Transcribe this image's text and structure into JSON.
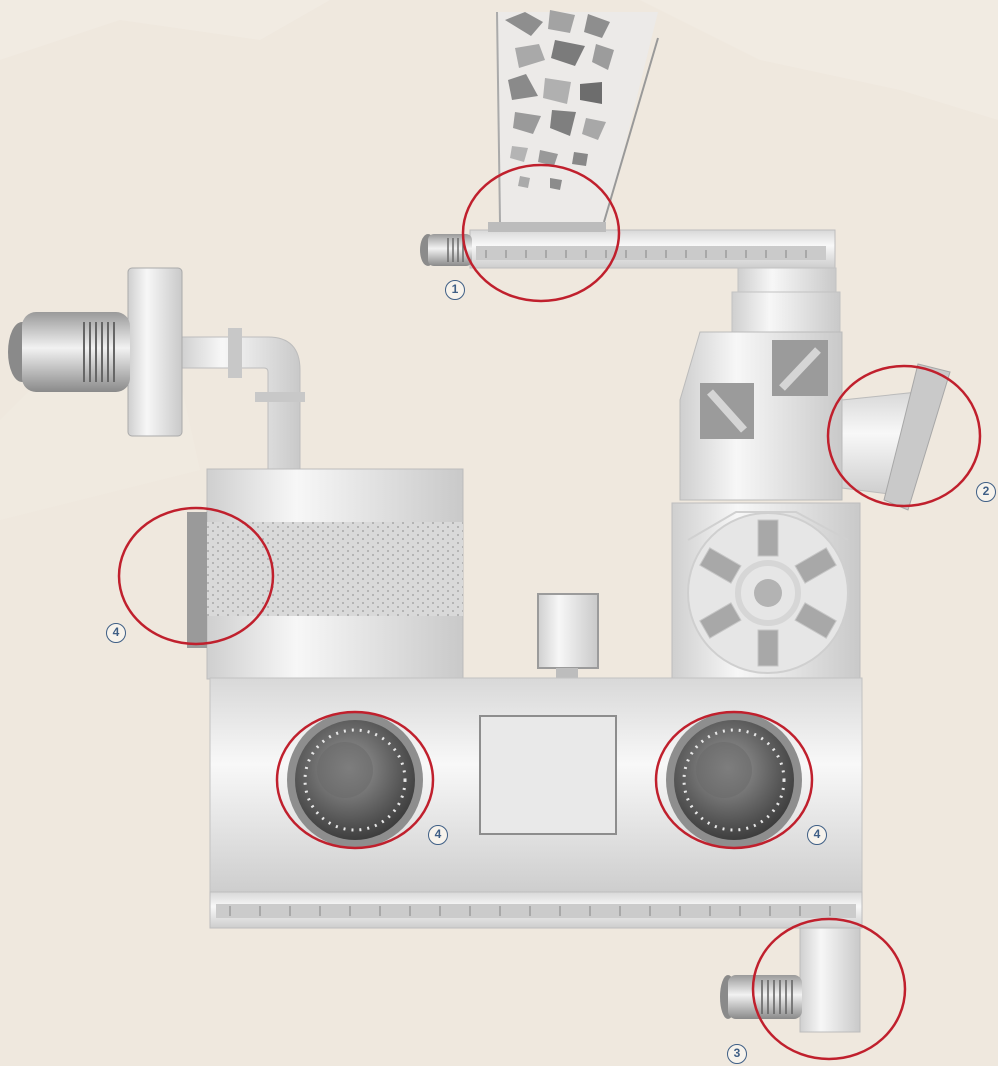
{
  "callouts": {
    "c1": "1",
    "c2": "2",
    "c3": "3",
    "c4_left": "4",
    "c4_mid_left": "4",
    "c4_mid_right": "4"
  },
  "colors": {
    "background": "#efe8de",
    "machine_light": "#f4f4f4",
    "machine_mid": "#d4d4d4",
    "machine_dark": "#8f8f8f",
    "highlight_circle": "#c0202d",
    "callout": "#3f5f86"
  }
}
